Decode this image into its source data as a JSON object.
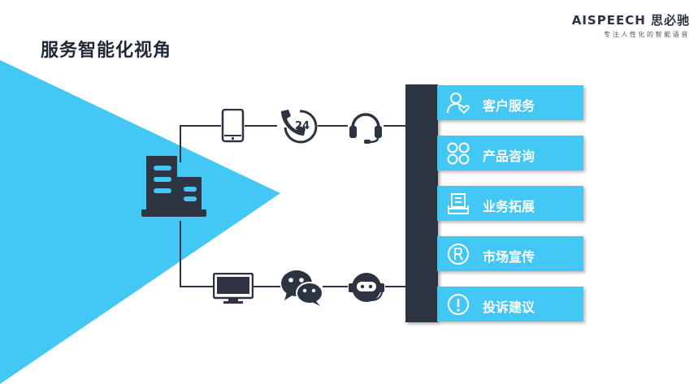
{
  "slide": {
    "title": "服务智能化视角"
  },
  "brand": {
    "name": "AISPEECH 思必驰",
    "tagline": "专注人性化的智能语音"
  },
  "colors": {
    "accent": "#43c7f4",
    "dark": "#2e3542",
    "icon": "#2b3440"
  },
  "channels": {
    "top": [
      "mobile-phone-icon",
      "phone-24h-icon",
      "headset-icon"
    ],
    "bottom": [
      "desktop-monitor-icon",
      "wechat-icon",
      "robot-agent-icon"
    ],
    "badge_24": "24"
  },
  "services": [
    {
      "label": "客户服务",
      "icon": "customer-heart-icon"
    },
    {
      "label": "产品咨询",
      "icon": "grid-apps-icon"
    },
    {
      "label": "业务拓展",
      "icon": "document-tray-icon"
    },
    {
      "label": "市场宣传",
      "icon": "registered-mark-icon"
    },
    {
      "label": "投诉建议",
      "icon": "exclamation-circle-icon"
    }
  ]
}
